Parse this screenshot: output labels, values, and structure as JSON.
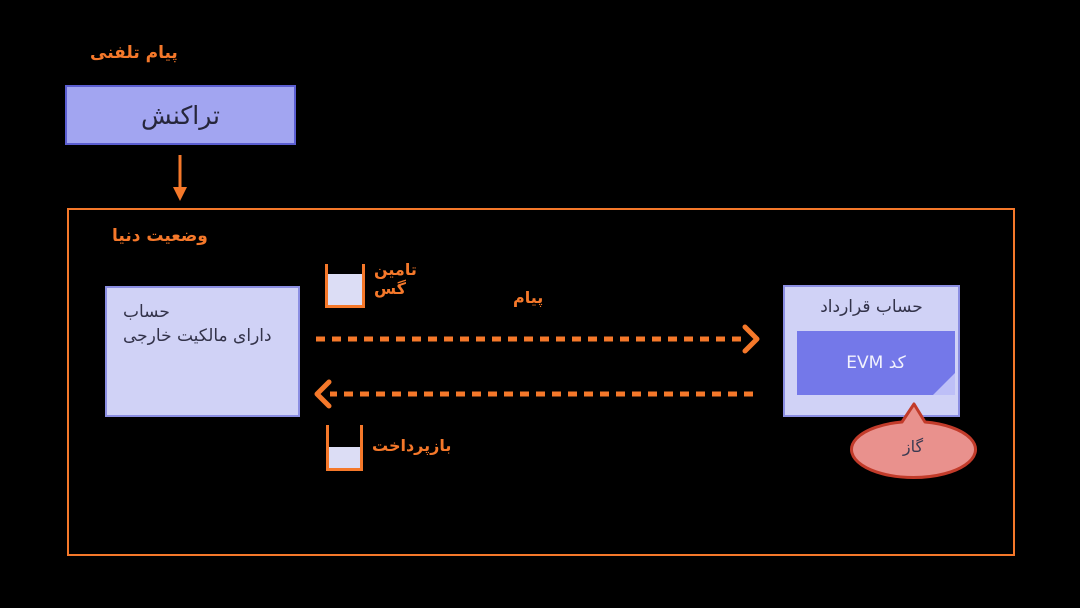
{
  "diagram": {
    "signed_message_label": "پیام تلفنی",
    "transaction_label": "تراکنش",
    "world_state_label": "وضعیت دنیا",
    "eoa_line1": "حساب",
    "eoa_line2": "دارای مالکیت خارجی",
    "gas_supply_line1": "تامین",
    "gas_supply_line2": "گس",
    "message_label": "پیام",
    "contract_title": "حساب قرارداد",
    "evm_code_label": "کد EVM",
    "refund_label": "بازپرداخت",
    "gas_label": "گاز"
  },
  "colors": {
    "background": "#000000",
    "accent_orange": "#F5782A",
    "transaction_fill": "#A2A5F1",
    "transaction_border": "#5B5ED1",
    "account_fill": "#D0D2F6",
    "account_border": "#8B8EE2",
    "evm_fill": "#7478E9",
    "evm_fold": "#BDBFF7",
    "cup_fill": "#DCDDF5",
    "gas_bubble_fill": "#E9918D",
    "gas_bubble_border": "#C23B2A",
    "dark_text": "#33334A"
  }
}
